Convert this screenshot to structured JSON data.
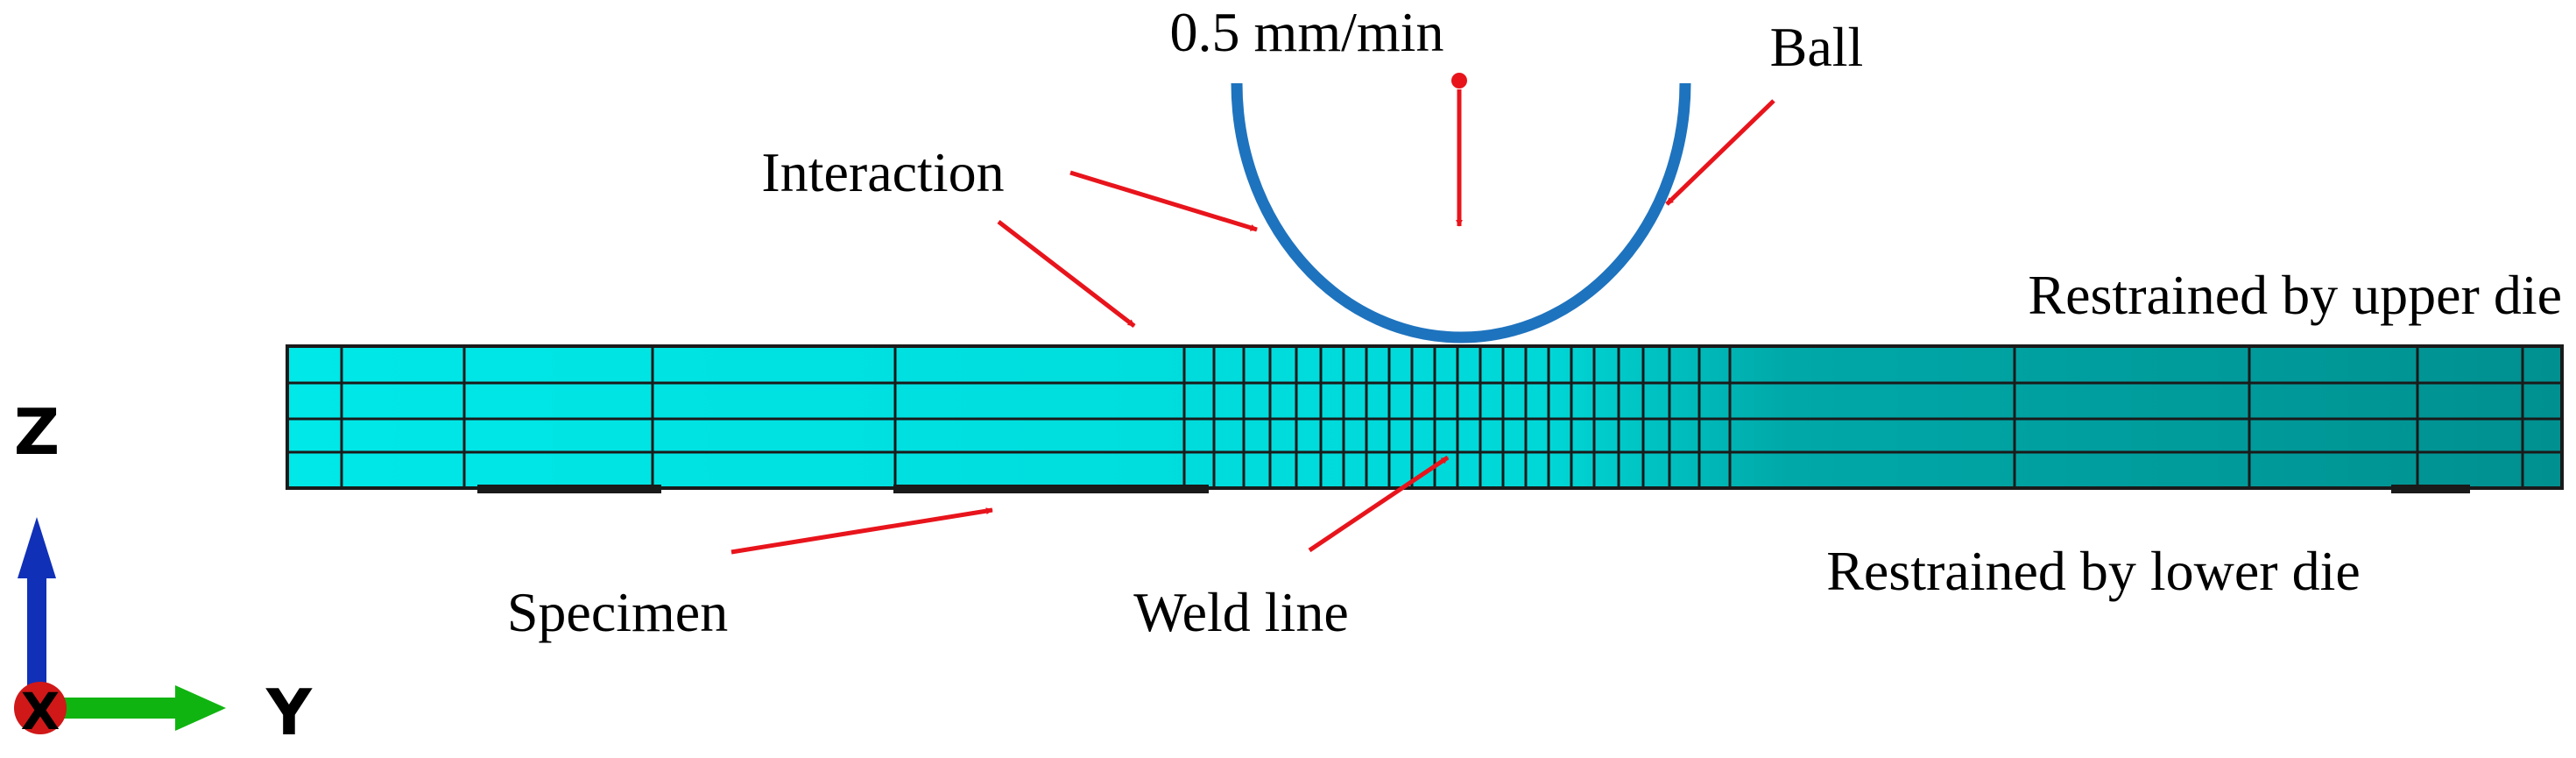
{
  "labels": {
    "speed": "0.5 mm/min",
    "ball": "Ball",
    "interaction": "Interaction",
    "upper_die": "Restrained by upper die",
    "lower_die": "Restrained by lower die",
    "specimen": "Specimen",
    "weld_line": "Weld line"
  },
  "triad": {
    "z": "Z",
    "y": "Y",
    "x": "X"
  },
  "colors": {
    "ball": "#1e73be",
    "arrow": "#e8141c",
    "mesh_light": "#00e5e5",
    "mesh_dark": "#009a9a",
    "mesh_line": "#1a1a1a",
    "triad_z": "#1030b8",
    "triad_y": "#10b410",
    "triad_x": "#d01818"
  }
}
